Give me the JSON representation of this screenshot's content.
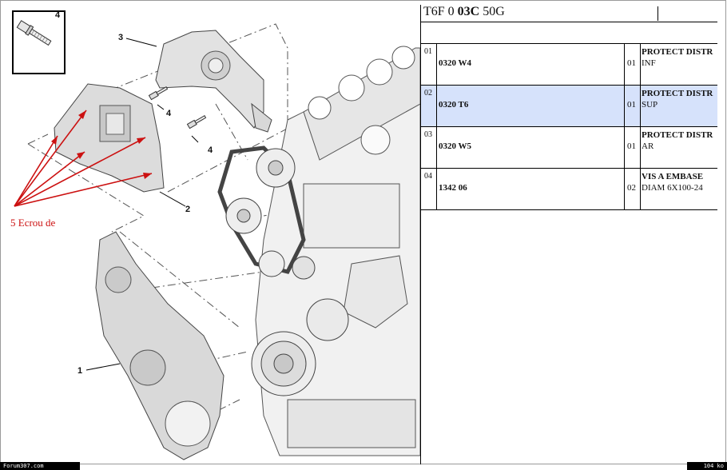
{
  "header": {
    "code_part1": "T6F 0 ",
    "code_bold": "03C",
    "code_part2": " 50G"
  },
  "callouts": {
    "bolt_box": "4",
    "cover_upper": "3",
    "screw_a": "4",
    "screw_b": "4",
    "cover_middle": "2",
    "cover_lower": "1"
  },
  "annotation": "5 Ecrou de",
  "annotation_color": "#cc1111",
  "selected_color": "#d6e2fb",
  "parts": [
    {
      "index": "01",
      "ref": "0320 W4",
      "qty": "01",
      "name": "PROTECT DISTR",
      "detail": "INF",
      "selected": false
    },
    {
      "index": "02",
      "ref": "0320 T6",
      "qty": "01",
      "name": "PROTECT DISTR",
      "detail": "SUP",
      "selected": true
    },
    {
      "index": "03",
      "ref": "0320 W5",
      "qty": "01",
      "name": "PROTECT DISTR",
      "detail": "AR",
      "selected": false
    },
    {
      "index": "04",
      "ref": "1342 06",
      "qty": "02",
      "name": "VIS A EMBASE",
      "detail": "DIAM 6X100-24",
      "selected": false
    }
  ],
  "statusbar": {
    "left": "Forum307.com",
    "right": "104 ko"
  }
}
